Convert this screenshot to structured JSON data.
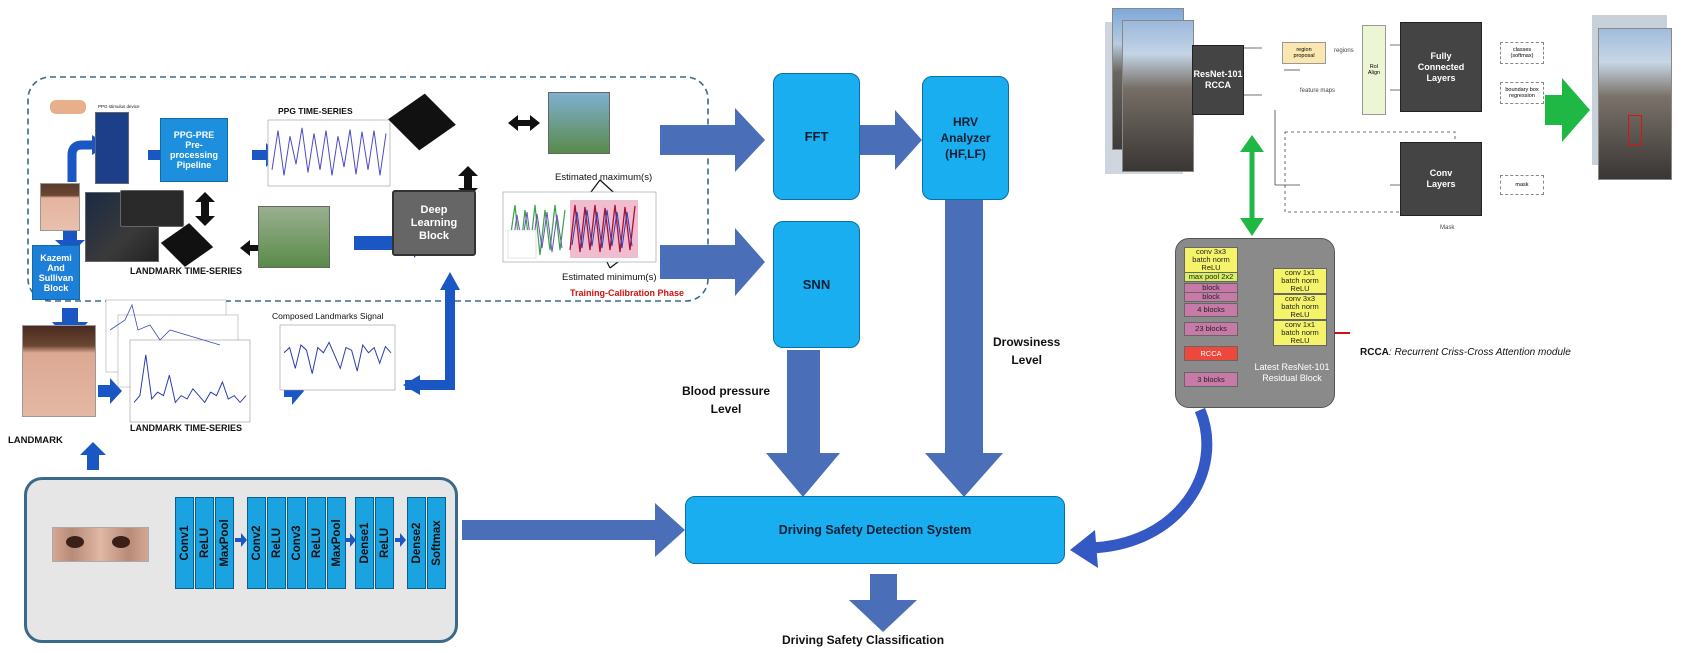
{
  "labels": {
    "ppg_device": "PPG stimulus device",
    "ppg_pre": "PPG-PRE\nPre-\nprocessing\nPipeline",
    "ppg_ts": "PPG TIME-SERIES",
    "landmark_ts_top": "LANDMARK TIME-SERIES",
    "landmark_ts_bottom": "LANDMARK TIME-SERIES",
    "kazemi": "Kazemi\nAnd\nSullivan\nBlock",
    "landmark": "LANDMARK",
    "deep_learning": "Deep\nLearning\nBlock",
    "est_max": "Estimated maximum(s)",
    "est_min": "Estimated minimum(s)",
    "training_phase": "Training-Calibration Phase",
    "composed_signal": "Composed Landmarks Signal",
    "fft": "FFT",
    "hrv": "HRV\nAnalyzer\n(HF,LF)",
    "snn": "SNN",
    "blood_pressure": "Blood pressure\nLevel",
    "drowsiness": "Drowsiness\nLevel",
    "dsds": "Driving Safety Detection System",
    "classification": "Driving Safety Classification",
    "rcca_note_bold": "RCCA",
    "rcca_note": ": Recurrent Criss-Cross Attention module"
  },
  "cnn_layers": [
    "Conv1",
    "ReLU",
    "MaxPool",
    "Conv2",
    "ReLU",
    "Conv3",
    "ReLU",
    "MaxPool",
    "Dense1",
    "ReLU",
    "Dense2",
    "Softmax"
  ],
  "rcnn": {
    "backbone": "ResNet-101\nRCCA",
    "region_proposal": "region\nproposal",
    "regions": "regions",
    "feature_maps": "feature maps",
    "roi_align": "RoI\nAlign",
    "fc_layers": "Fully\nConnected\nLayers",
    "conv_layers": "Conv\nLayers",
    "classes": "classes\n(softmax)",
    "bbox": "boundary box\nregression",
    "mask": "mask",
    "mask_caption": "Mask"
  },
  "resnet_block": {
    "caption": "Latest ResNet-101\nResidual Block",
    "left": [
      "conv 3x3\nbatch norm\nReLU",
      "max pool 2x2",
      "block",
      "block",
      "4 blocks",
      "23 blocks",
      "RCCA",
      "3 blocks"
    ],
    "right": [
      "conv 1x1\nbatch norm\nReLU",
      "conv 3x3\nbatch norm\nReLU",
      "conv 1x1\nbatch norm\nReLU"
    ]
  },
  "chart_data": [
    {
      "type": "line",
      "title": "PPG TIME-SERIES",
      "series": [
        {
          "values": [
            0.2,
            0.9,
            0.1,
            0.8,
            0.3,
            0.95,
            0.15,
            0.85,
            0.2,
            0.9,
            0.1,
            0.8,
            0.25,
            0.92,
            0.12,
            0.88,
            0.2,
            0.9,
            0.1,
            0.85
          ]
        }
      ]
    },
    {
      "type": "line",
      "title": "Composed Landmarks Signal",
      "series": [
        {
          "values": [
            0.6,
            0.7,
            0.3,
            0.75,
            0.65,
            0.2,
            0.7,
            0.6,
            0.8,
            0.55,
            0.3,
            0.7,
            0.65,
            0.25,
            0.75,
            0.6,
            0.7,
            0.4,
            0.72,
            0.6
          ]
        }
      ]
    },
    {
      "type": "line",
      "title": "LANDMARK TIME-SERIES",
      "series": [
        {
          "values": [
            0.2,
            0.3,
            0.9,
            0.25,
            0.35,
            0.3,
            0.6,
            0.2,
            0.3,
            0.25,
            0.4,
            0.3,
            0.2,
            0.35,
            0.3,
            0.5,
            0.25,
            0.3,
            0.2,
            0.3
          ]
        }
      ]
    }
  ],
  "colors": {
    "box": "#18aef0",
    "arrow": "#3f6fbe",
    "green": "#1fb845",
    "red": "#d01010"
  }
}
